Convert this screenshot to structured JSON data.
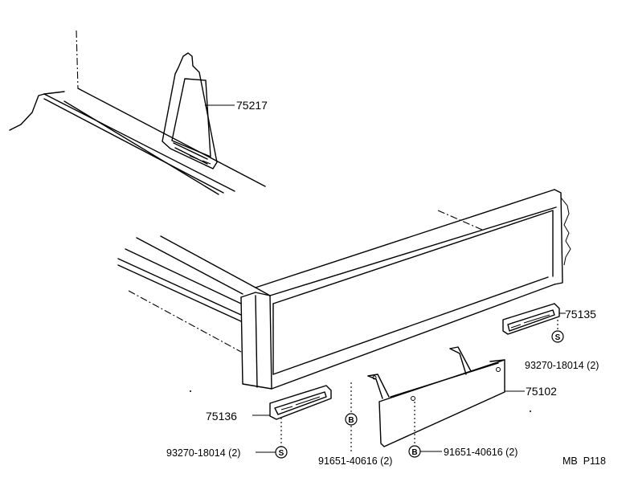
{
  "parts": {
    "p75217": "75217",
    "p75135": "75135",
    "p75102": "75102",
    "p75136": "75136"
  },
  "fasteners": {
    "screw_right": "93270-18014 (2)",
    "screw_left": "93270-18014 (2)",
    "bolt_left": "91651-40616 (2)",
    "bolt_right": "91651-40616 (2)"
  },
  "symbols": {
    "screw": "S",
    "bolt": "B"
  },
  "page_ref": "MB  P118"
}
